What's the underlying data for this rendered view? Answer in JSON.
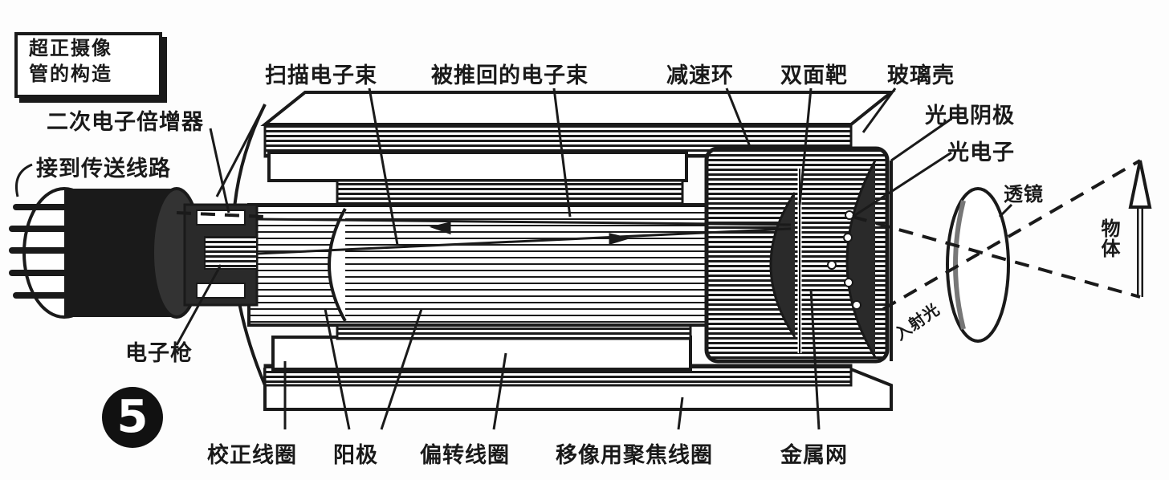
{
  "figure": {
    "title_line1": "超正摄像",
    "title_line2": "管的构造",
    "figure_number": "5"
  },
  "labels": {
    "top": [
      {
        "text": "扫描电子束"
      },
      {
        "text": "被推回的电子束"
      },
      {
        "text": "减速环"
      },
      {
        "text": "双面靶"
      },
      {
        "text": "玻璃壳"
      }
    ],
    "left": [
      {
        "text": "二次电子倍增器"
      },
      {
        "text": "接到传送线路"
      },
      {
        "text": "电子枪"
      }
    ],
    "right": [
      {
        "text": "光电阴极"
      },
      {
        "text": "光电子"
      },
      {
        "text": "透镜"
      },
      {
        "text": "物体"
      },
      {
        "text": "入射光"
      }
    ],
    "bottom": [
      {
        "text": "校正线圈"
      },
      {
        "text": "阳极"
      },
      {
        "text": "偏转线圈"
      },
      {
        "text": "移像用聚焦线圈"
      },
      {
        "text": "金属网"
      }
    ]
  },
  "colors": {
    "ink": "#1a1a1a",
    "paper": "#fdfdfd"
  }
}
